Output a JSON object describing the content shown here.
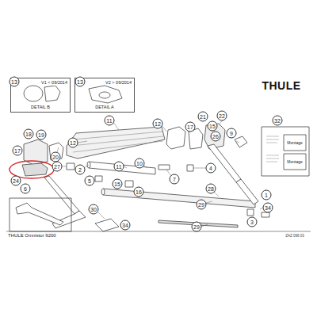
{
  "diagram": {
    "nodes": [
      {
        "text": [
          "V1 < 09/2014",
          "DETAIL B"
        ]
      },
      {
        "text": [
          "V2 > 09/2014",
          "DETAIL A"
        ]
      }
    ],
    "labels": [
      "THULE",
      "13",
      "13",
      "12",
      "11",
      "12",
      "17",
      "21",
      "15",
      "22",
      "18",
      "19",
      "17",
      "20",
      "26",
      "9",
      "32",
      "24",
      "6",
      "27",
      "2",
      "5",
      "11",
      "10",
      "7",
      "16",
      "15",
      "4",
      "28",
      "29",
      "1",
      "30",
      "34",
      "29",
      "34",
      "3",
      "Montage",
      "Montage",
      "THULE Omnistor 9200",
      "ZAZ 098 03"
    ]
  }
}
